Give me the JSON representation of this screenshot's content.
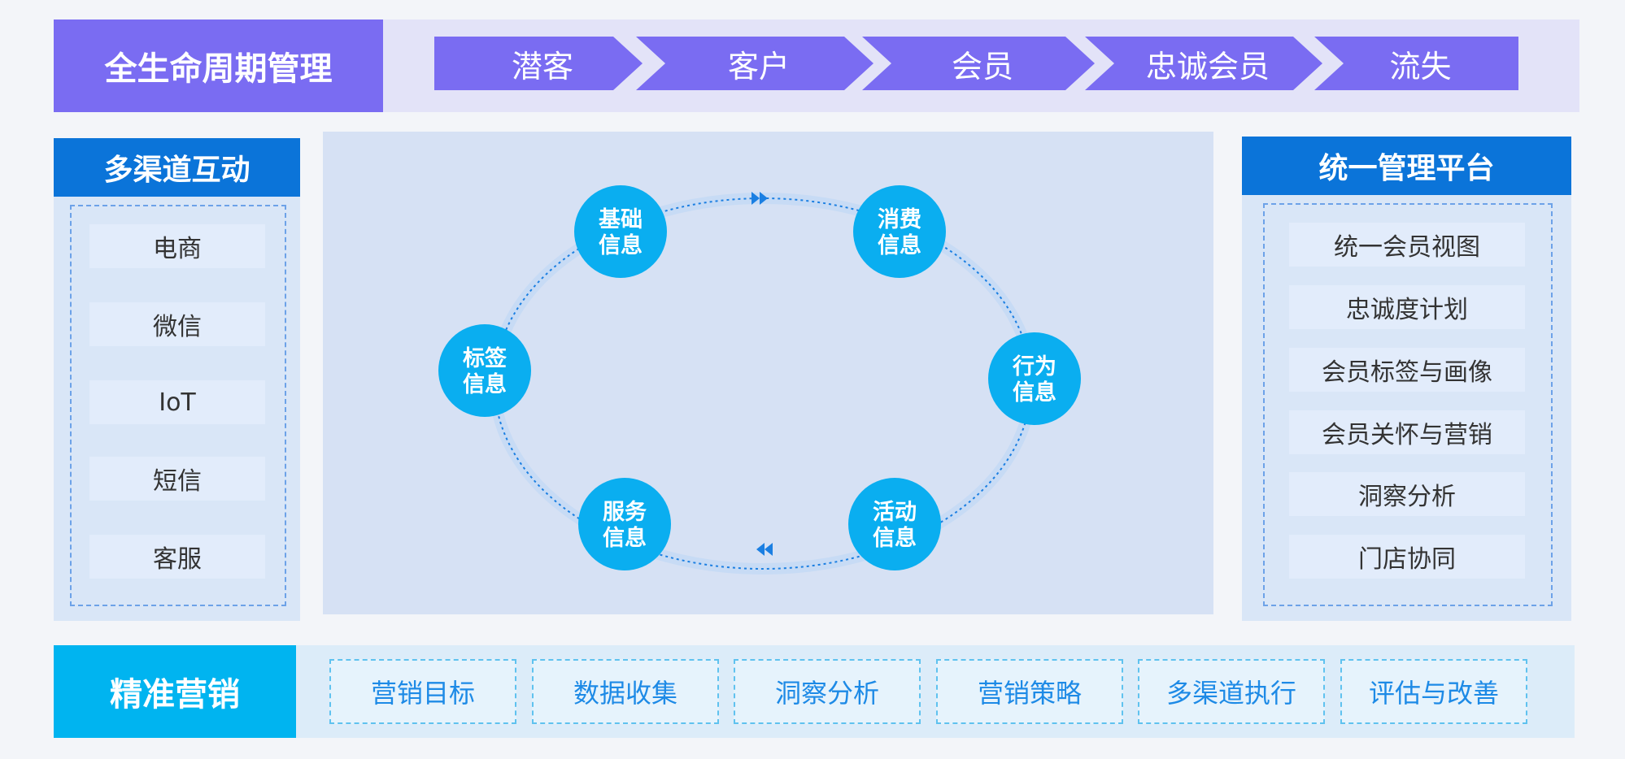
{
  "lifecycle": {
    "title": "全生命周期管理",
    "stages": [
      "潜客",
      "客户",
      "会员",
      "忠诚会员",
      "流失"
    ]
  },
  "channels": {
    "title": "多渠道互动",
    "items": [
      "电商",
      "微信",
      "IoT",
      "短信",
      "客服"
    ]
  },
  "cycle": {
    "nodes": [
      {
        "line1": "基础",
        "line2": "信息"
      },
      {
        "line1": "消费",
        "line2": "信息"
      },
      {
        "line1": "行为",
        "line2": "信息"
      },
      {
        "line1": "活动",
        "line2": "信息"
      },
      {
        "line1": "服务",
        "line2": "信息"
      },
      {
        "line1": "标签",
        "line2": "信息"
      }
    ]
  },
  "platform": {
    "title": "统一管理平台",
    "items": [
      "统一会员视图",
      "忠诚度计划",
      "会员标签与画像",
      "会员关怀与营销",
      "洞察分析",
      "门店协同"
    ]
  },
  "marketing": {
    "title": "精准营销",
    "steps": [
      "营销目标",
      "数据收集",
      "洞察分析",
      "营销策略",
      "多渠道执行",
      "评估与改善"
    ]
  },
  "colors": {
    "lifecycle_purple": "#7a6cf2",
    "panel_blue": "#0b74d9",
    "node_cyan": "#0aaef0",
    "marketing_cyan": "#00b4f0",
    "step_text": "#1d8ae6"
  }
}
